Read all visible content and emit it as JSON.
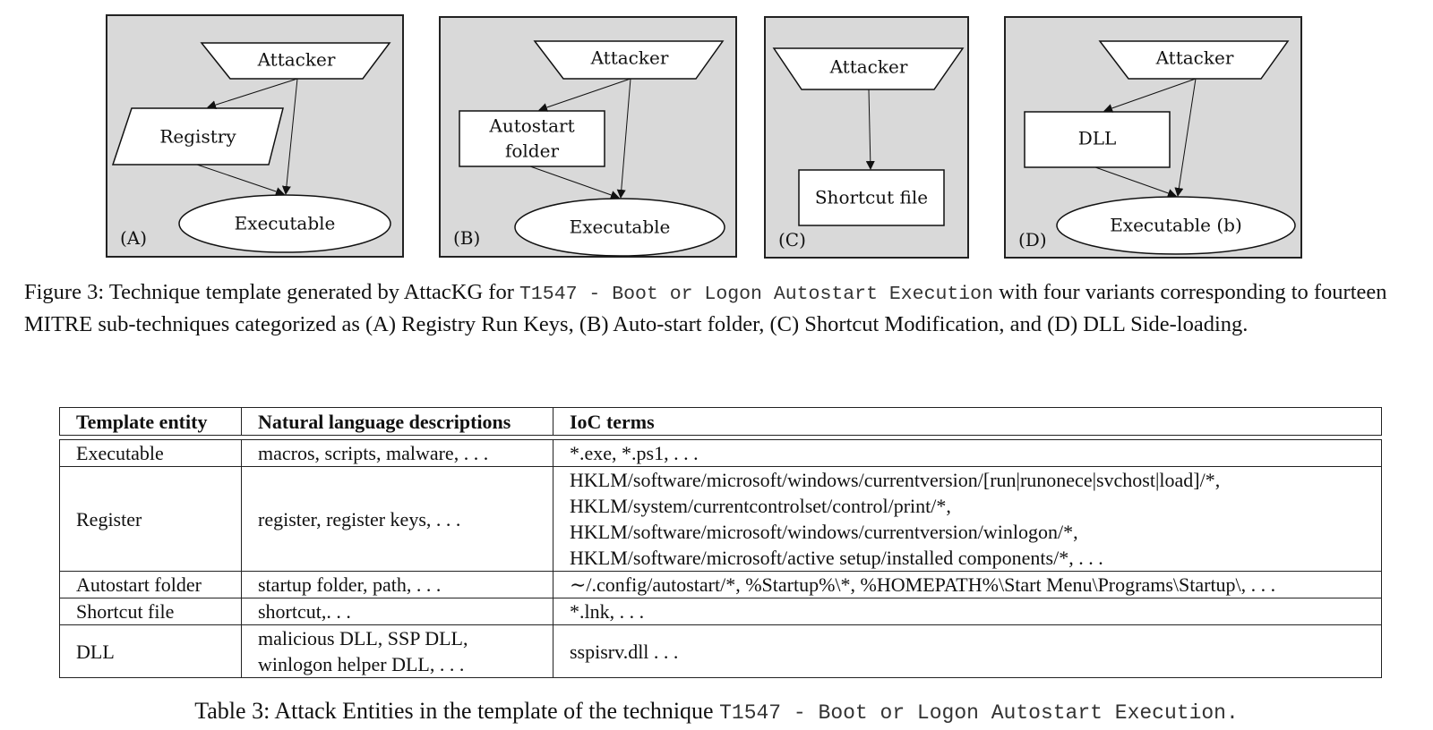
{
  "figure": {
    "panels": [
      {
        "tag": "(A)",
        "attacker": "Attacker",
        "middle": "Registry",
        "target": "Executable"
      },
      {
        "tag": "(B)",
        "attacker": "Attacker",
        "middle_line1": "Autostart",
        "middle_line2": "folder",
        "target": "Executable"
      },
      {
        "tag": "(C)",
        "attacker": "Attacker",
        "target": "Shortcut file"
      },
      {
        "tag": "(D)",
        "attacker": "Attacker",
        "middle": "DLL",
        "target": "Executable (b)"
      }
    ],
    "caption": {
      "prefix": "Figure 3: Technique template generated by AttacKG for ",
      "code": "T1547 - Boot or Logon Autostart Execution",
      "suffix": " with four variants corresponding to fourteen MITRE sub-techniques categorized as (A) Registry Run Keys, (B) Auto-start folder, (C) Shortcut Modification, and (D) DLL Side-loading."
    }
  },
  "table": {
    "headers": [
      "Template entity",
      "Natural language descriptions",
      "IoC terms"
    ],
    "rows": [
      {
        "entity": "Executable",
        "nl": [
          "macros, scripts, malware, . . ."
        ],
        "ioc": [
          "*.exe, *.ps1, . . ."
        ]
      },
      {
        "entity": "Register",
        "nl": [
          "register, register keys, . . ."
        ],
        "ioc": [
          "HKLM/software/microsoft/windows/currentversion/[run|runonece|svchost|load]/*,",
          "HKLM/system/currentcontrolset/control/print/*,",
          "HKLM/software/microsoft/windows/currentversion/winlogon/*,",
          "HKLM/software/microsoft/active setup/installed components/*, . . ."
        ]
      },
      {
        "entity": "Autostart folder",
        "nl": [
          "startup folder, path, . . ."
        ],
        "ioc": [
          "∼/.config/autostart/*, %Startup%\\*, %HOMEPATH%\\Start Menu\\Programs\\Startup\\, . . ."
        ]
      },
      {
        "entity": "Shortcut file",
        "nl": [
          "shortcut,. . ."
        ],
        "ioc": [
          "*.lnk, . . ."
        ]
      },
      {
        "entity": "DLL",
        "nl": [
          "malicious DLL, SSP DLL,",
          "winlogon helper DLL, . . ."
        ],
        "ioc": [
          "sspisrv.dll . . ."
        ]
      }
    ],
    "caption": {
      "prefix": "Table 3: Attack Entities in the template of the technique ",
      "code": "T1547 - Boot or Logon Autostart Execution."
    }
  }
}
